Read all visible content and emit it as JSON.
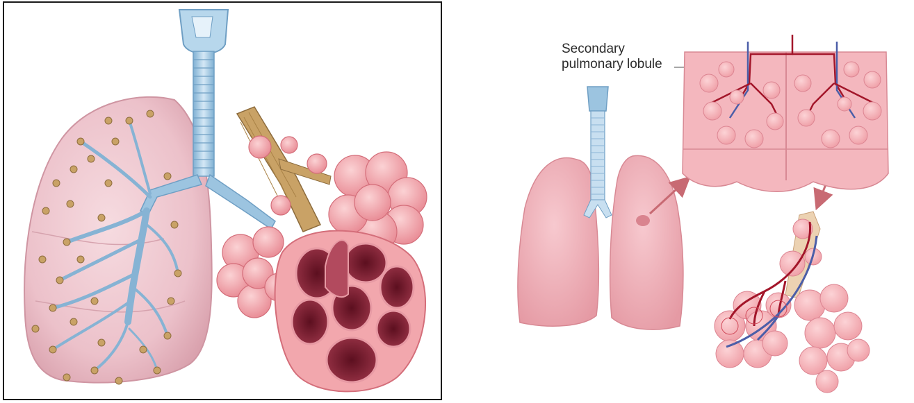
{
  "figure": {
    "left_panel": {
      "structures": [
        "trachea-larynx",
        "bronchial-tree",
        "lung-outline",
        "alveolar-cluster-cutaway"
      ]
    },
    "right_panel": {
      "label_line1": "Secondary",
      "label_line2": "pulmonary lobule",
      "structures": [
        "lungs",
        "lobule-block",
        "alveolar-sacs-with-capillaries"
      ]
    },
    "colors": {
      "lung": "#efc4cd",
      "lung_dark": "#d9a1ad",
      "trachea": "#a9cde6",
      "alveoli": "#f4a3a9",
      "alveoli_dark": "#8e2a3d",
      "bronchiole": "#c9a266",
      "artery": "#a3162a",
      "vein": "#4b5ea8",
      "arrow": "#c86a73"
    }
  }
}
